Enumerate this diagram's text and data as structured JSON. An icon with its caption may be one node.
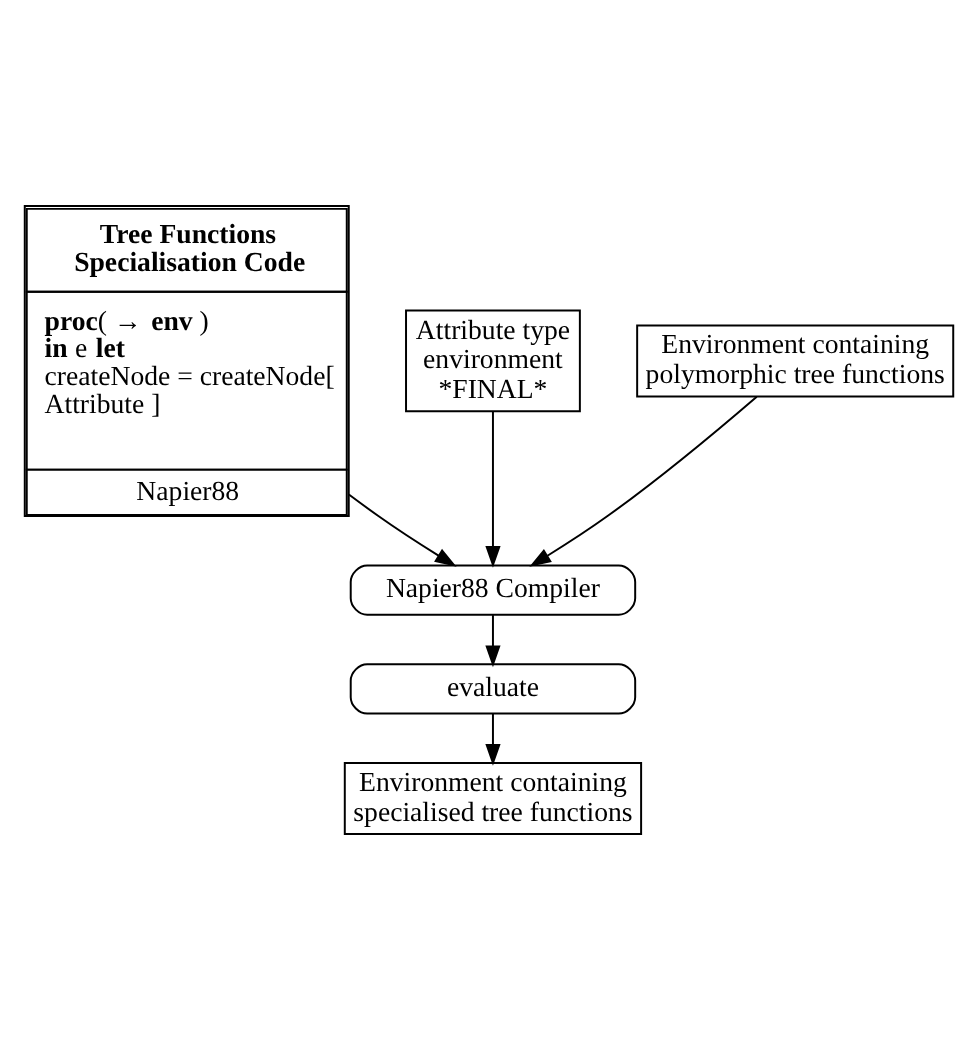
{
  "diagram": {
    "nodes": [
      {
        "text": [
          "Tree Functions Specialisation Code",
          "**proc**( → **env** ) **in** e **let** createNode = createNode[ Attribute ]",
          "Napier88"
        ]
      },
      {
        "text": [
          "Attribute type environment *FINAL*"
        ]
      },
      {
        "text": [
          "Environment containing polymorphic tree functions"
        ]
      },
      {
        "text": [
          "Napier88 Compiler"
        ]
      },
      {
        "text": [
          "evaluate"
        ]
      },
      {
        "text": [
          "Environment containing specialised tree functions"
        ]
      }
    ],
    "edges": [
      {
        "from": 0,
        "to": 3,
        "arrow": "to"
      },
      {
        "from": 1,
        "to": 3,
        "arrow": "to"
      },
      {
        "from": 2,
        "to": 3,
        "arrow": "to"
      },
      {
        "from": 3,
        "to": 4,
        "arrow": "to"
      },
      {
        "from": 4,
        "to": 5,
        "arrow": "to"
      }
    ]
  }
}
